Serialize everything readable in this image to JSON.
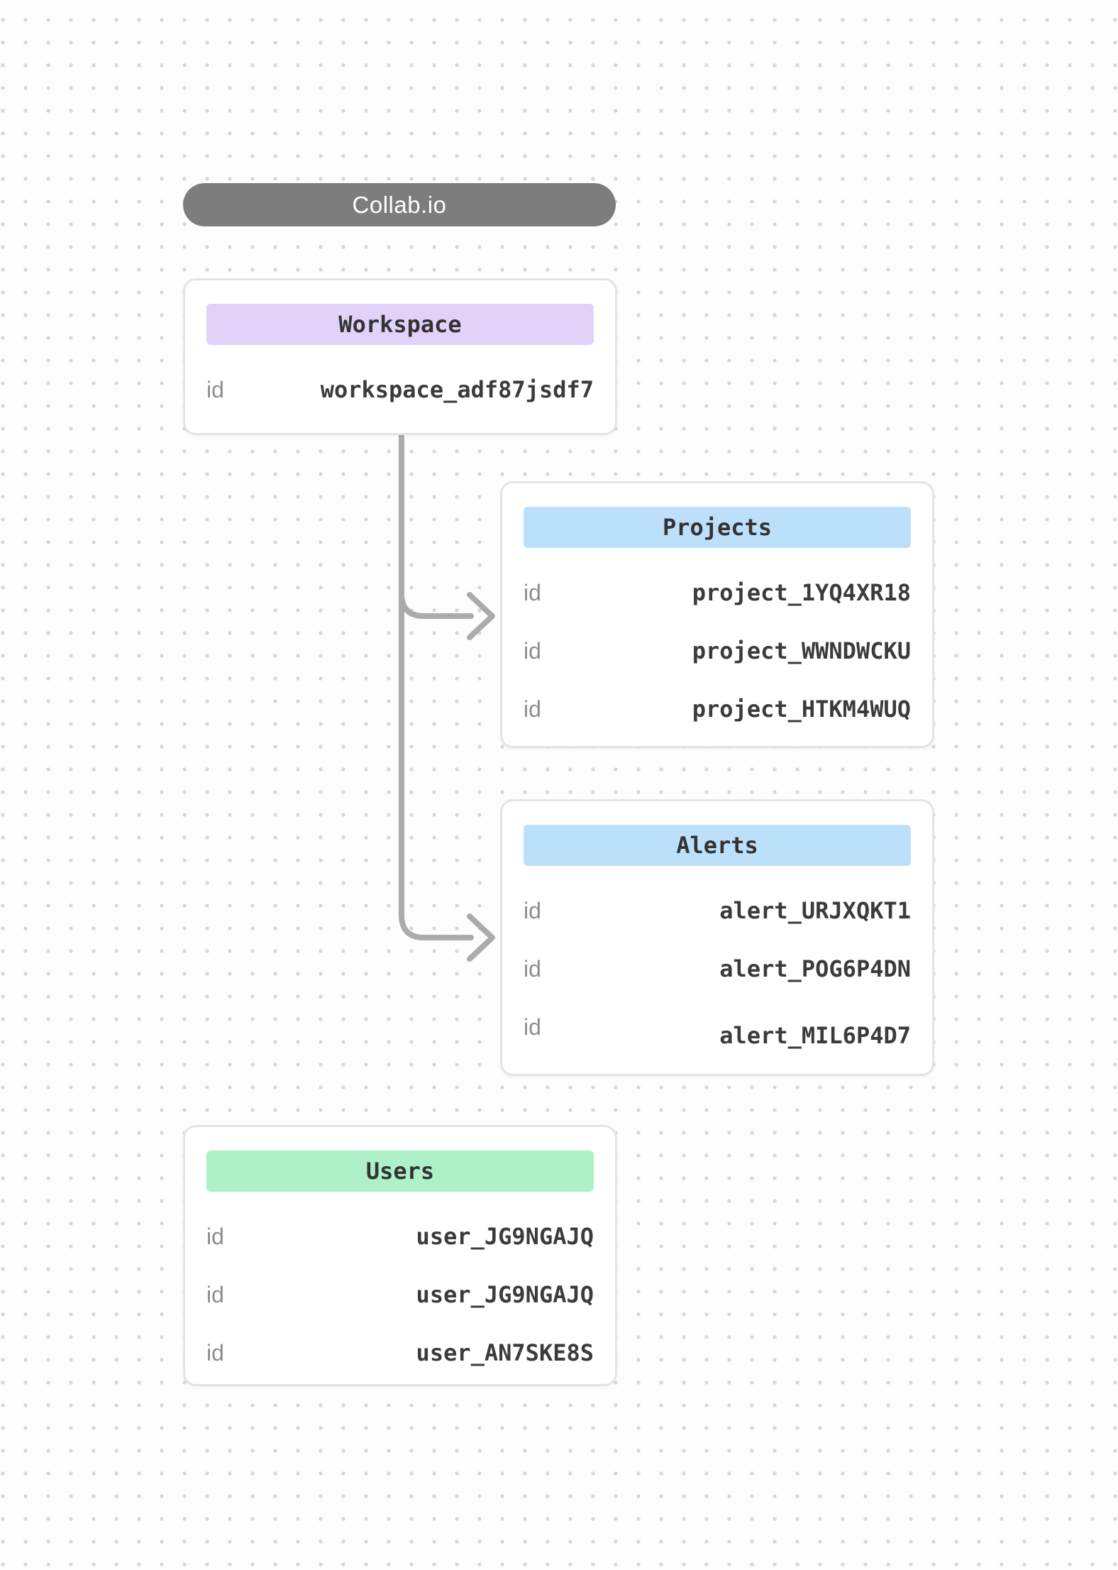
{
  "app": {
    "title": "Collab.io"
  },
  "colors": {
    "pill_background": "#7d7d7d",
    "pill_text": "#ffffff",
    "connector": "#ababab",
    "workspace_header": "#e2d1f9",
    "projects_header": "#bde0fa",
    "alerts_header": "#bde0fa",
    "users_header": "#aef0c7"
  },
  "entities": {
    "workspace": {
      "title": "Workspace",
      "rows": [
        {
          "label": "id",
          "value": "workspace_adf87jsdf7"
        }
      ]
    },
    "projects": {
      "title": "Projects",
      "rows": [
        {
          "label": "id",
          "value": "project_1YQ4XR18"
        },
        {
          "label": "id",
          "value": "project_WWNDWCKU"
        },
        {
          "label": "id",
          "value": "project_HTKM4WUQ"
        }
      ]
    },
    "alerts": {
      "title": "Alerts",
      "rows": [
        {
          "label": "id",
          "value": "alert_URJXQKT1"
        },
        {
          "label": "id",
          "value": "alert_POG6P4DN"
        },
        {
          "label": "id",
          "value": "alert_MIL6P4D7"
        }
      ]
    },
    "users": {
      "title": "Users",
      "rows": [
        {
          "label": "id",
          "value": "user_JG9NGAJQ"
        },
        {
          "label": "id",
          "value": "user_JG9NGAJQ"
        },
        {
          "label": "id",
          "value": "user_AN7SKE8S"
        }
      ]
    }
  }
}
